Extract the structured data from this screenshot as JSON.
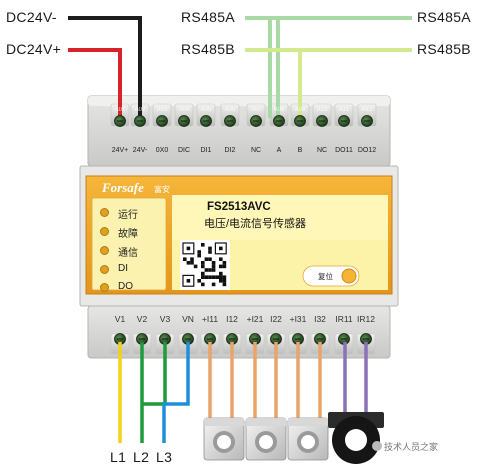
{
  "power_wires": {
    "negative": {
      "label": "DC24V-",
      "color": "#1c1c1c"
    },
    "positive": {
      "label": "DC24V+",
      "color": "#d8232a"
    }
  },
  "comm_wires": {
    "a": {
      "label": "RS485A",
      "color": "#a9d9a6"
    },
    "b": {
      "label": "RS485B",
      "color": "#d4e88e"
    }
  },
  "top_terminals": {
    "codes": [
      "A01",
      "A02",
      "A03",
      "A04",
      "A05",
      "A06",
      "A07",
      "A08",
      "A09",
      "A10",
      "A11",
      "A12"
    ],
    "labels": [
      "24V+",
      "24V-",
      "0X0",
      "DIC",
      "DI1",
      "DI2",
      "NC",
      "A",
      "B",
      "NC",
      "DO11",
      "DO12"
    ]
  },
  "bottom_terminals": {
    "labels": [
      "V1",
      "V2",
      "V3",
      "VN",
      "+I11",
      "I12",
      "+I21",
      "I22",
      "+I31",
      "I32",
      "IR11",
      "IR12"
    ]
  },
  "panel": {
    "brand": "Forsafe",
    "brand_cn": "富安",
    "model": "FS2513AVC",
    "subtitle": "电压/电流信号传感器",
    "reset": "复位",
    "leds": [
      "运行",
      "故障",
      "通信",
      "DI",
      "DO"
    ]
  },
  "phases": {
    "labels": [
      "L1",
      "L2",
      "L3"
    ],
    "colors": [
      "#f2d21a",
      "#1f9a3c",
      "#1e8fd8"
    ]
  },
  "current_wire_color": "#e8a46b",
  "residual_wire_color": "#8a72b8",
  "watermark": "技术人员之家"
}
